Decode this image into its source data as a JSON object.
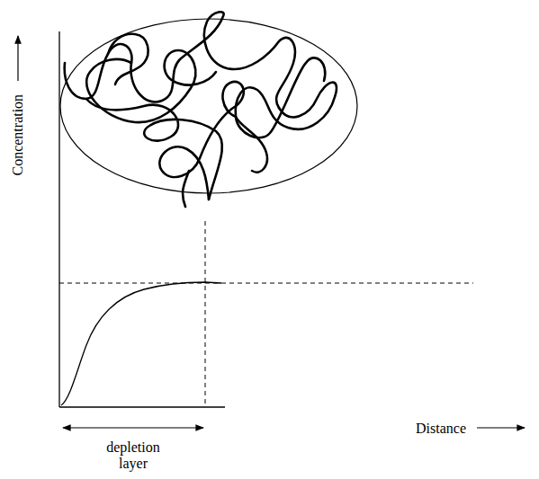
{
  "diagram": {
    "labels": [
      "Concentration",
      "depletion layer",
      "Distance"
    ]
  }
}
